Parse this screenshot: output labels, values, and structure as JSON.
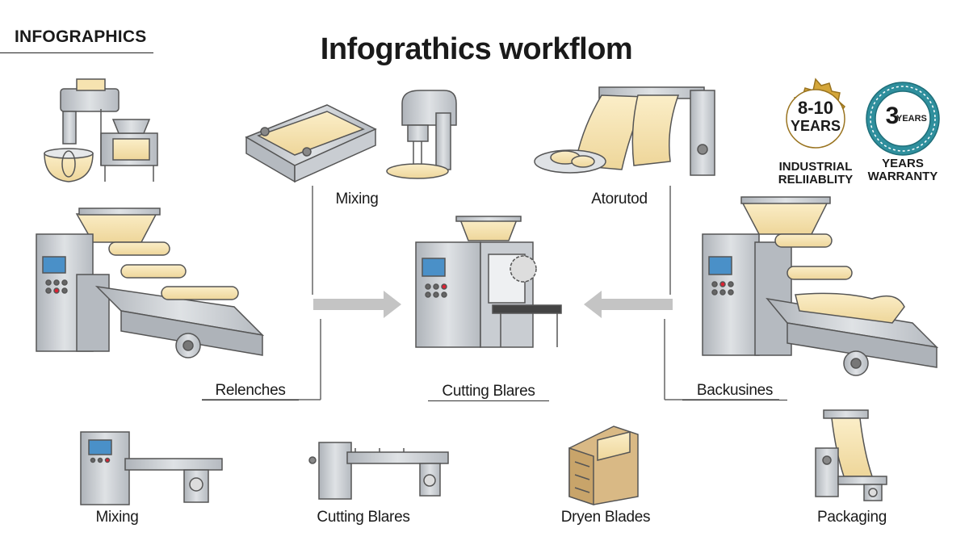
{
  "header": {
    "corner_tag": "INFOGRAPHICS",
    "title": "Infograthics workflom"
  },
  "top_row": {
    "label_mixing": "Mixing",
    "label_atorutod": "Atorutod"
  },
  "middle_row": {
    "label_left": "Relenches",
    "label_center": "Cutting Blares",
    "label_right": "Backusines"
  },
  "bottom_row": {
    "label_1": "Mixing",
    "label_2": "Cutting Blares",
    "label_3": "Dryen Blades",
    "label_4": "Packaging"
  },
  "badges": {
    "gold": {
      "line1": "8-10",
      "line2": "YEARS",
      "caption1": "INDUSTRIAL",
      "caption2": "RELIIABLITY"
    },
    "teal": {
      "number": "3",
      "unit": "YEARS",
      "caption1": "YEARS",
      "caption2": "WARRANTY"
    }
  },
  "colors": {
    "steel": "#c9cdd2",
    "steel_dark": "#8a9098",
    "dough": "#f6e3b0",
    "gold": "#d4a63a",
    "teal": "#2f8f9d",
    "screen": "#4a90c8",
    "arrow": "#c4c4c4"
  }
}
